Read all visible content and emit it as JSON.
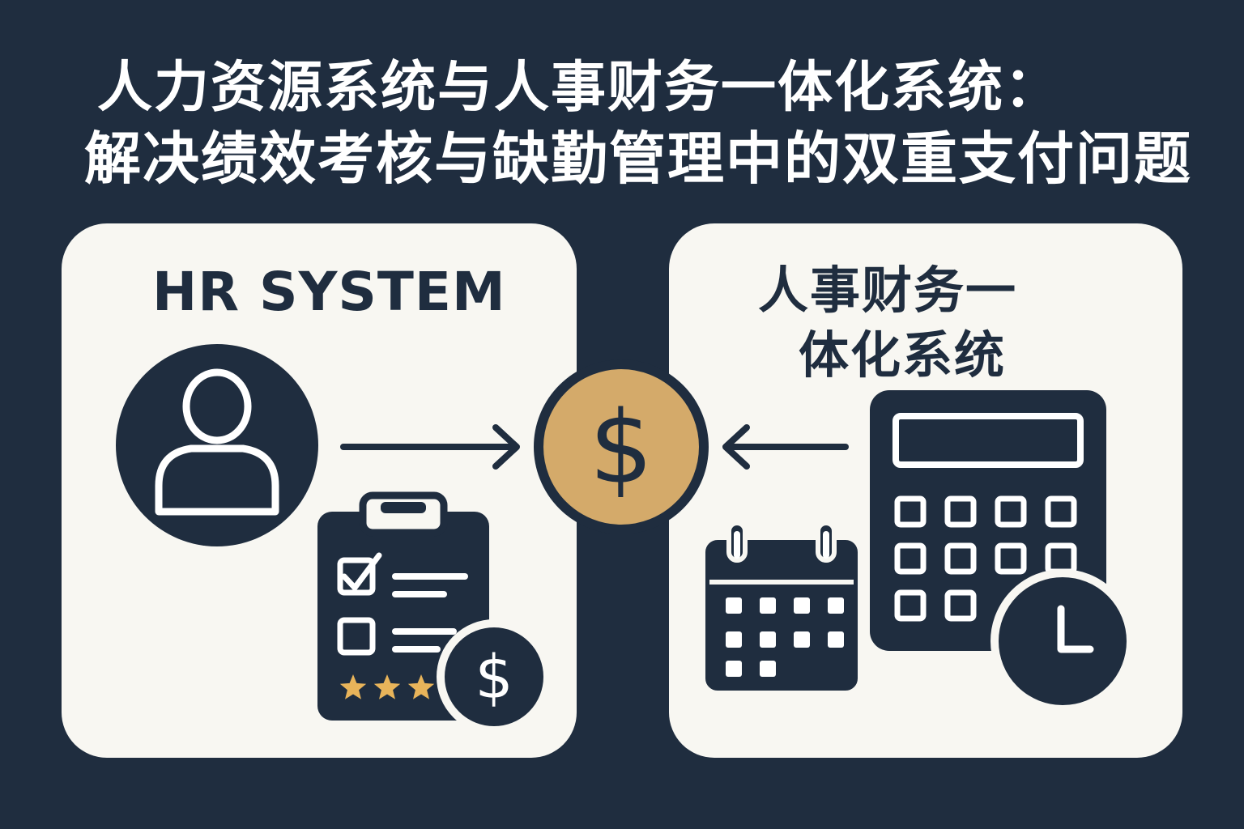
{
  "title": {
    "line1": "人力资源系统与人事财务一体化系统：",
    "line2": "解决绩效考核与缺勤管理中的双重支付问题"
  },
  "left_panel": {
    "label": "HR SYSTEM",
    "icons": [
      "user-icon",
      "clipboard-checklist-icon",
      "dollar-icon",
      "star-icon"
    ],
    "rating_stars": 3
  },
  "center": {
    "icon": "dollar-coin-icon",
    "symbol": "$"
  },
  "right_panel": {
    "label_line1": "人事财务一",
    "label_line2": "体化系统",
    "icons": [
      "calendar-icon",
      "calculator-icon",
      "clock-icon"
    ]
  },
  "colors": {
    "background": "#1f2d3f",
    "panel": "#f8f7f2",
    "ink": "#1f2d3f",
    "gold": "#d4aa6a",
    "star": "#e8b45a",
    "title_text": "#ffffff"
  }
}
